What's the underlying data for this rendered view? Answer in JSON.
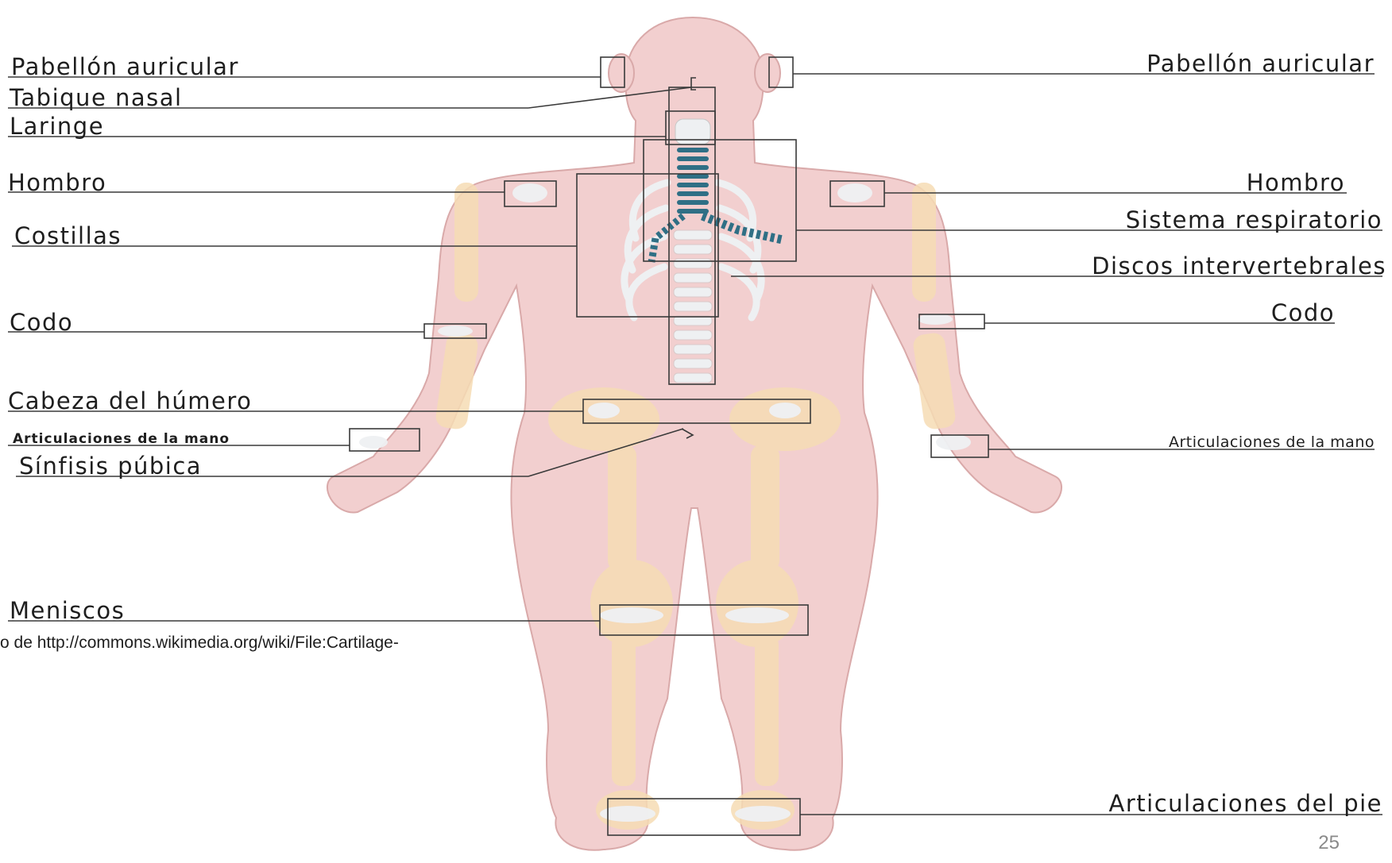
{
  "labels": {
    "ear_left": "Pabellón auricular",
    "ear_right": "Pabellón auricular",
    "nasal": "Tabique nasal",
    "larynx": "Laringe",
    "shoulder_left": "Hombro",
    "shoulder_right": "Hombro",
    "ribs": "Costillas",
    "respiratory": "Sistema respiratorio",
    "discs": "Discos intervertebrales",
    "elbow_left": "Codo",
    "elbow_right": "Codo",
    "humerus": "Cabeza del húmero",
    "hand_left": "Articulaciones de la mano",
    "hand_right": "Articulaciones de la mano",
    "pubic": "Sínfisis púbica",
    "meniscus": "Meniscos",
    "foot": "Articulaciones del pie"
  },
  "credit": "o de http://commons.wikimedia.org/wiki/File:Cartilage-",
  "page_number": "25",
  "colors": {
    "skin": "#f2cfcf",
    "skin_outline": "#d9a9a9",
    "bone": "#f6dcb4",
    "cartilage": "#eef0f2",
    "trachea": "#2f6f85"
  }
}
